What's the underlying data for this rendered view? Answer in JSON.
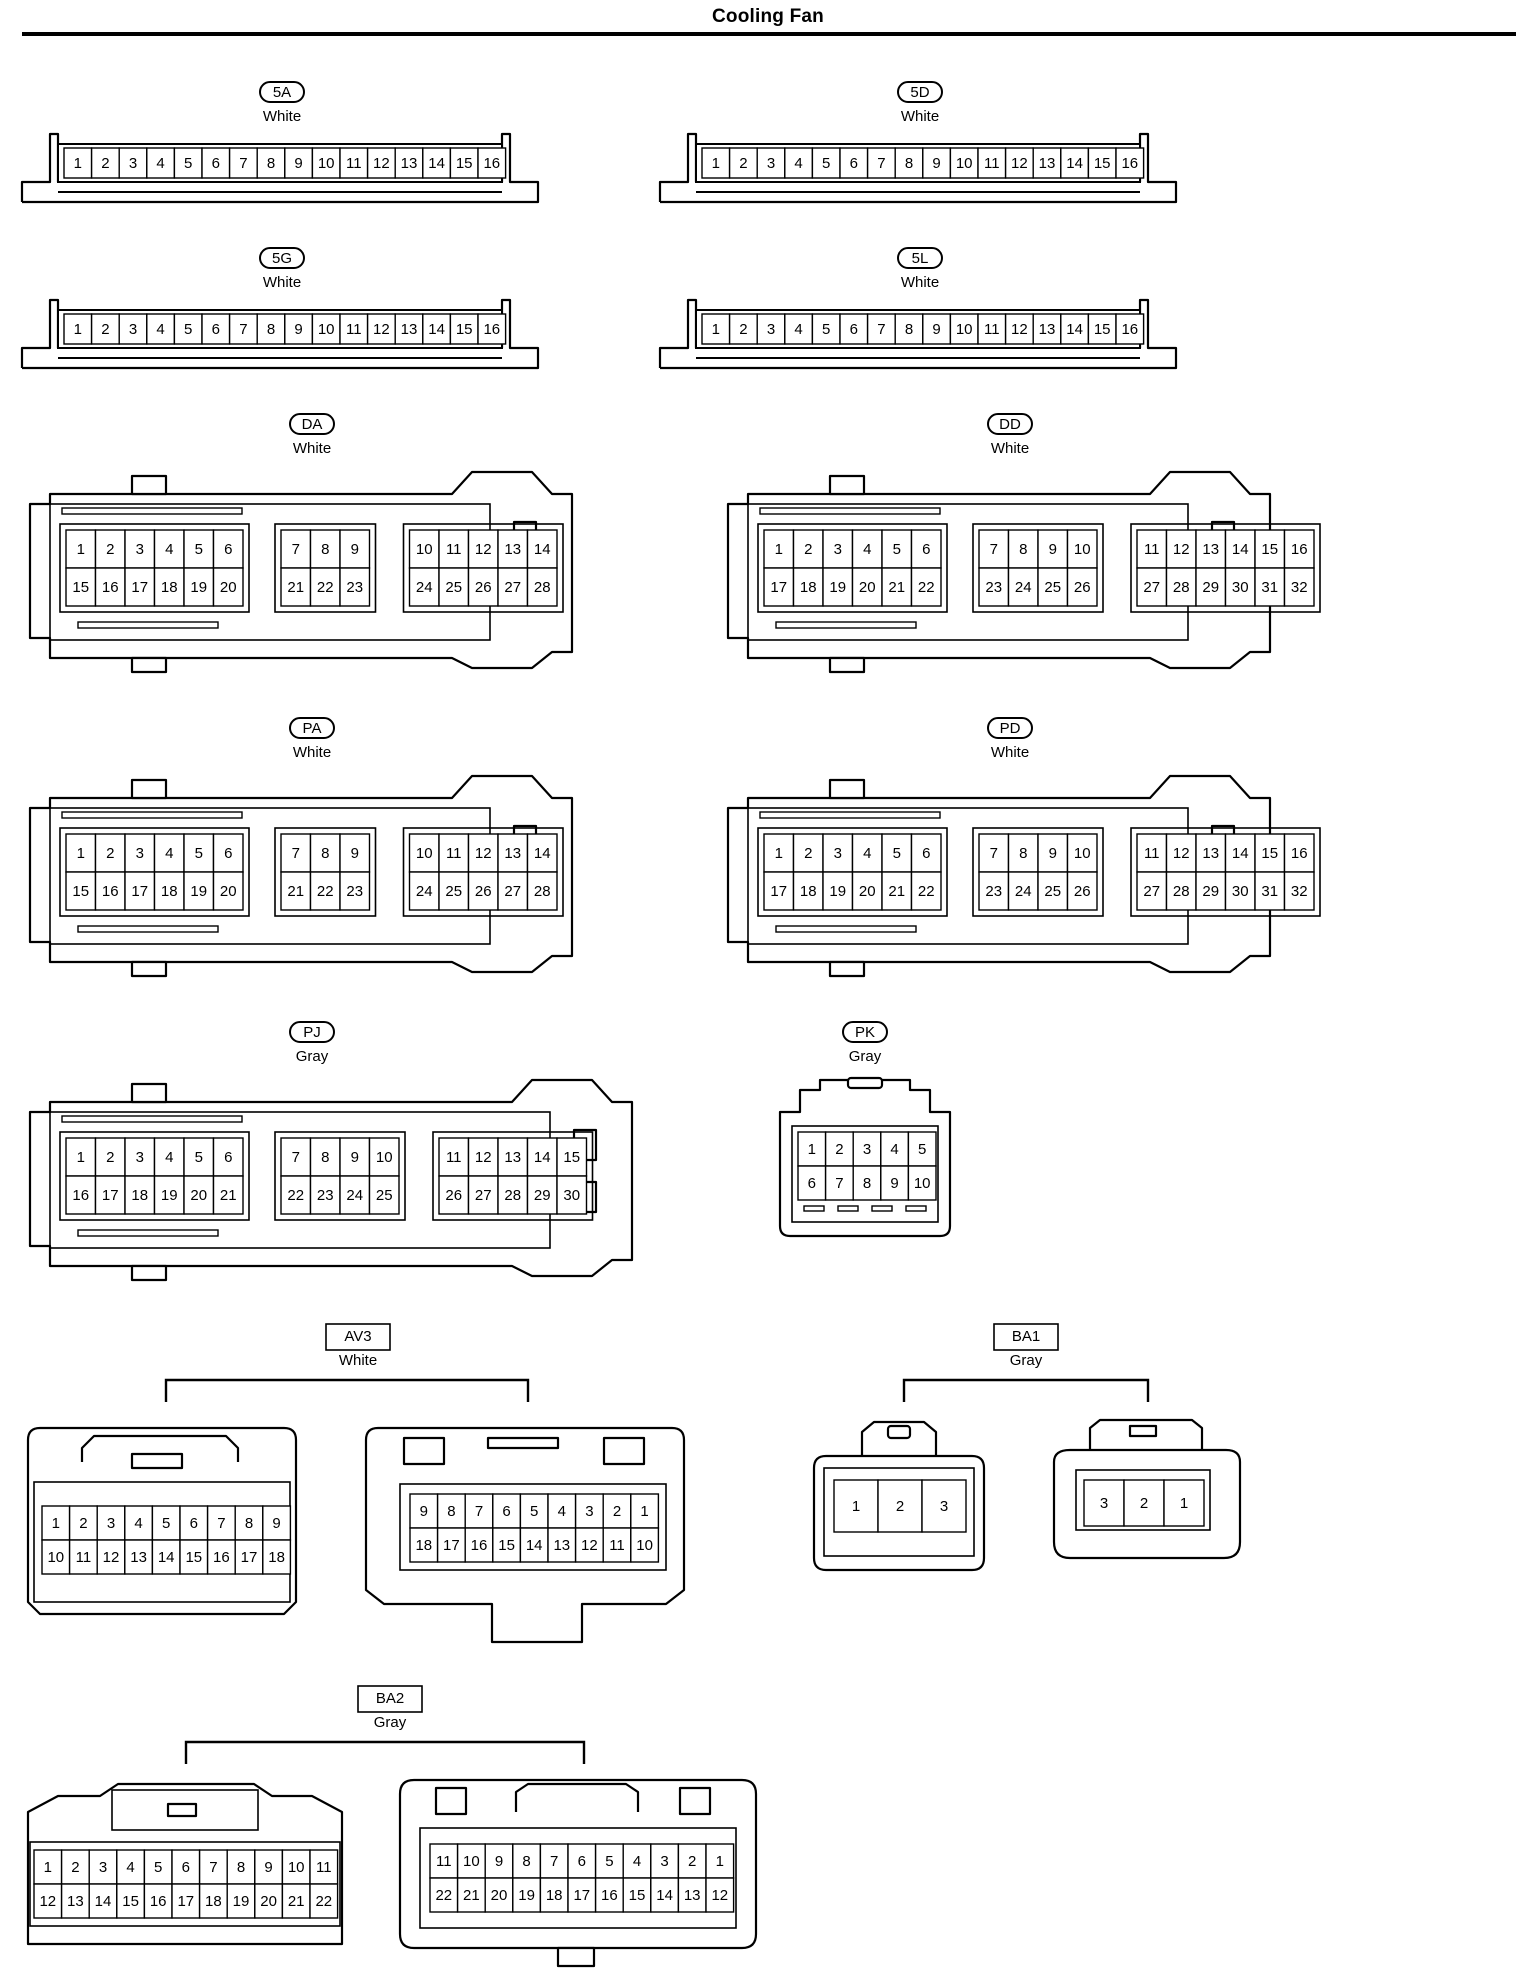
{
  "page": {
    "title": "Cooling Fan"
  },
  "connectors": [
    {
      "id": "5A",
      "color": "White",
      "style": "oval",
      "rows": [
        [
          "1",
          "2",
          "3",
          "4",
          "5",
          "6",
          "7",
          "8",
          "9",
          "10",
          "11",
          "12",
          "13",
          "14",
          "15",
          "16"
        ]
      ]
    },
    {
      "id": "5D",
      "color": "White",
      "style": "oval",
      "rows": [
        [
          "1",
          "2",
          "3",
          "4",
          "5",
          "6",
          "7",
          "8",
          "9",
          "10",
          "11",
          "12",
          "13",
          "14",
          "15",
          "16"
        ]
      ]
    },
    {
      "id": "5G",
      "color": "White",
      "style": "oval",
      "rows": [
        [
          "1",
          "2",
          "3",
          "4",
          "5",
          "6",
          "7",
          "8",
          "9",
          "10",
          "11",
          "12",
          "13",
          "14",
          "15",
          "16"
        ]
      ]
    },
    {
      "id": "5L",
      "color": "White",
      "style": "oval",
      "rows": [
        [
          "1",
          "2",
          "3",
          "4",
          "5",
          "6",
          "7",
          "8",
          "9",
          "10",
          "11",
          "12",
          "13",
          "14",
          "15",
          "16"
        ]
      ]
    },
    {
      "id": "DA",
      "color": "White",
      "style": "oval",
      "groups": [
        {
          "rows": [
            [
              "1",
              "2",
              "3",
              "4",
              "5",
              "6"
            ],
            [
              "15",
              "16",
              "17",
              "18",
              "19",
              "20"
            ]
          ]
        },
        {
          "rows": [
            [
              "7",
              "8",
              "9"
            ],
            [
              "21",
              "22",
              "23"
            ]
          ]
        },
        {
          "rows": [
            [
              "10",
              "11",
              "12",
              "13",
              "14"
            ],
            [
              "24",
              "25",
              "26",
              "27",
              "28"
            ]
          ]
        }
      ]
    },
    {
      "id": "DD",
      "color": "White",
      "style": "oval",
      "groups": [
        {
          "rows": [
            [
              "1",
              "2",
              "3",
              "4",
              "5",
              "6"
            ],
            [
              "17",
              "18",
              "19",
              "20",
              "21",
              "22"
            ]
          ]
        },
        {
          "rows": [
            [
              "7",
              "8",
              "9",
              "10"
            ],
            [
              "23",
              "24",
              "25",
              "26"
            ]
          ]
        },
        {
          "rows": [
            [
              "11",
              "12",
              "13",
              "14",
              "15",
              "16"
            ],
            [
              "27",
              "28",
              "29",
              "30",
              "31",
              "32"
            ]
          ]
        }
      ]
    },
    {
      "id": "PA",
      "color": "White",
      "style": "oval",
      "groups": [
        {
          "rows": [
            [
              "1",
              "2",
              "3",
              "4",
              "5",
              "6"
            ],
            [
              "15",
              "16",
              "17",
              "18",
              "19",
              "20"
            ]
          ]
        },
        {
          "rows": [
            [
              "7",
              "8",
              "9"
            ],
            [
              "21",
              "22",
              "23"
            ]
          ]
        },
        {
          "rows": [
            [
              "10",
              "11",
              "12",
              "13",
              "14"
            ],
            [
              "24",
              "25",
              "26",
              "27",
              "28"
            ]
          ]
        }
      ]
    },
    {
      "id": "PD",
      "color": "White",
      "style": "oval",
      "groups": [
        {
          "rows": [
            [
              "1",
              "2",
              "3",
              "4",
              "5",
              "6"
            ],
            [
              "17",
              "18",
              "19",
              "20",
              "21",
              "22"
            ]
          ]
        },
        {
          "rows": [
            [
              "7",
              "8",
              "9",
              "10"
            ],
            [
              "23",
              "24",
              "25",
              "26"
            ]
          ]
        },
        {
          "rows": [
            [
              "11",
              "12",
              "13",
              "14",
              "15",
              "16"
            ],
            [
              "27",
              "28",
              "29",
              "30",
              "31",
              "32"
            ]
          ]
        }
      ]
    },
    {
      "id": "PJ",
      "color": "Gray",
      "style": "oval",
      "groups": [
        {
          "rows": [
            [
              "1",
              "2",
              "3",
              "4",
              "5",
              "6"
            ],
            [
              "16",
              "17",
              "18",
              "19",
              "20",
              "21"
            ]
          ]
        },
        {
          "rows": [
            [
              "7",
              "8",
              "9",
              "10"
            ],
            [
              "22",
              "23",
              "24",
              "25"
            ]
          ]
        },
        {
          "rows": [
            [
              "11",
              "12",
              "13",
              "14",
              "15"
            ],
            [
              "26",
              "27",
              "28",
              "29",
              "30"
            ]
          ]
        }
      ]
    },
    {
      "id": "PK",
      "color": "Gray",
      "style": "oval",
      "rows": [
        [
          "1",
          "2",
          "3",
          "4",
          "5"
        ],
        [
          "6",
          "7",
          "8",
          "9",
          "10"
        ]
      ]
    },
    {
      "id": "AV3",
      "color": "White",
      "style": "box",
      "male": [
        [
          "1",
          "2",
          "3",
          "4",
          "5",
          "6",
          "7",
          "8",
          "9"
        ],
        [
          "10",
          "11",
          "12",
          "13",
          "14",
          "15",
          "16",
          "17",
          "18"
        ]
      ],
      "female": [
        [
          "9",
          "8",
          "7",
          "6",
          "5",
          "4",
          "3",
          "2",
          "1"
        ],
        [
          "18",
          "17",
          "16",
          "15",
          "14",
          "13",
          "12",
          "11",
          "10"
        ]
      ]
    },
    {
      "id": "BA1",
      "color": "Gray",
      "style": "box",
      "male": [
        [
          "1",
          "2",
          "3"
        ]
      ],
      "female": [
        [
          "3",
          "2",
          "1"
        ]
      ]
    },
    {
      "id": "BA2",
      "color": "Gray",
      "style": "box",
      "male": [
        [
          "1",
          "2",
          "3",
          "4",
          "5",
          "6",
          "7",
          "8",
          "9",
          "10",
          "11"
        ],
        [
          "12",
          "13",
          "14",
          "15",
          "16",
          "17",
          "18",
          "19",
          "20",
          "21",
          "22"
        ]
      ],
      "female": [
        [
          "11",
          "10",
          "9",
          "8",
          "7",
          "6",
          "5",
          "4",
          "3",
          "2",
          "1"
        ],
        [
          "22",
          "21",
          "20",
          "19",
          "18",
          "17",
          "16",
          "15",
          "14",
          "13",
          "12"
        ]
      ]
    }
  ]
}
